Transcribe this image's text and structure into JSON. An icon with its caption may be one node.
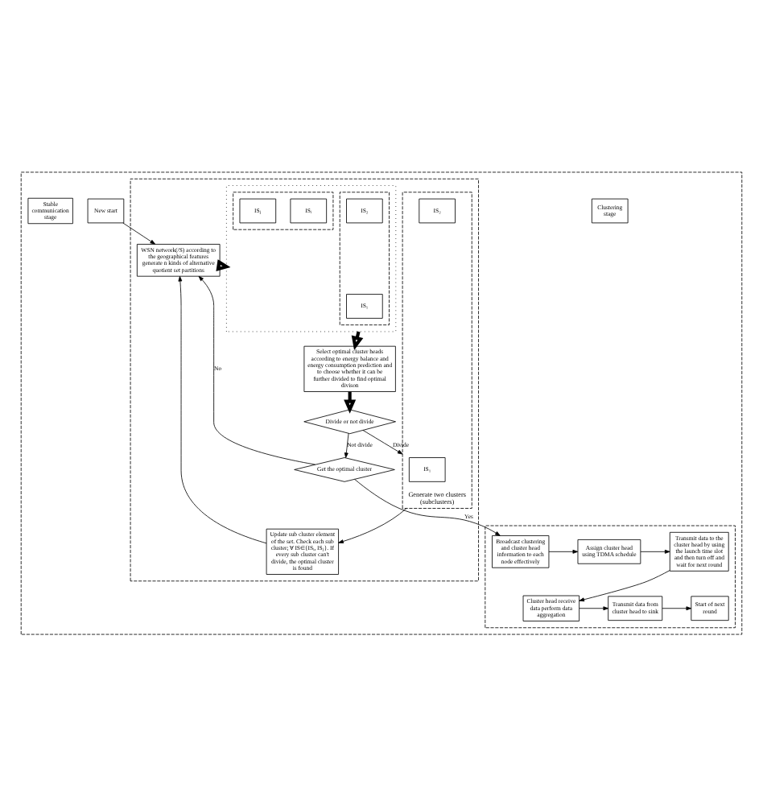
{
  "diagram": {
    "nodes": [
      {
        "text": [],
        "shape": "box"
      },
      {
        "text": [
          "Clustering stage"
        ],
        "in": 0
      },
      {
        "text": [],
        "shape": "box",
        "in": 0
      },
      {
        "text": [
          "New start"
        ],
        "in": 0
      },
      {
        "text": [
          "WSN network(/S) according to the geographical features generate n kinds of alternative quotient set partitions"
        ],
        "in": 2
      },
      {
        "text": [],
        "shape": "box",
        "in": 2
      },
      {
        "text": [],
        "shape": "box",
        "in": 5
      },
      {
        "text": [
          "IS₁"
        ],
        "in": 6
      },
      {
        "text": [
          "IS₂"
        ],
        "in": 6
      },
      {
        "text": [],
        "shape": "box",
        "in": 5
      },
      {
        "text": [
          "ISᵢ"
        ],
        "in": 9
      },
      {
        "text": [
          "ISⱼ"
        ],
        "in": 9
      },
      {
        "text": [
          "Select optimal cluster heads according to energy balance and energy consumption prediction and to choose whether it can be further divided to find optimal divison"
        ],
        "in": 2
      },
      {
        "text": [
          "Divide or not divide"
        ],
        "in": 2
      },
      {
        "text": [
          "Generate two clusters (subclusters)"
        ],
        "in": 2
      },
      {
        "text": [
          "IS₁"
        ],
        "in": 14
      },
      {
        "text": [
          "IS₂"
        ],
        "in": 14
      },
      {
        "text": [
          "Update sub cluster element of the set. Check each sub cluster; ∀IS∈{ISᵢ, ISⱼ}. If every sub cluster can't divide, the optimal cluster is found"
        ],
        "in": 2
      },
      {
        "text": [
          "Get the optimal cluster"
        ],
        "in": 2
      },
      {
        "text": [
          "Stable communication stage"
        ],
        "in": 0
      },
      {
        "text": [],
        "shape": "box",
        "in": 0
      },
      {
        "text": [
          "Broadcast clustering and cluster head information to each node effectively"
        ],
        "in": 20
      },
      {
        "text": [
          "Assign cluster head using TDMA schedule"
        ],
        "in": 20
      },
      {
        "text": [
          "Transmit data to the cluster head by using the launch time slot and then turn off and wait for next round"
        ],
        "in": 20
      },
      {
        "text": [
          "Cluster head receive data perform data aggregation"
        ],
        "in": 20
      },
      {
        "text": [
          "Transmit data from cluster head to sink"
        ],
        "in": 20
      },
      {
        "text": [
          "Start of next round"
        ],
        "in": 20
      }
    ],
    "edges": [
      {
        "from": 3,
        "to": 4,
        "arrow": "to"
      },
      {
        "from": 4,
        "to": 5,
        "arrow": "to",
        "style": "thick"
      },
      {
        "from": 5,
        "to": 12,
        "arrow": "to",
        "style": "thick"
      },
      {
        "from": 12,
        "to": 13,
        "arrow": "to",
        "style": "thick"
      },
      {
        "from": 13,
        "to": 14,
        "arrow": "to",
        "label": "Divide"
      },
      {
        "from": 14,
        "to": 17,
        "arrow": "to"
      },
      {
        "from": 17,
        "to": 4,
        "arrow": "to"
      },
      {
        "from": 13,
        "to": 18,
        "arrow": "to",
        "label": "Not divide"
      },
      {
        "from": 18,
        "to": 4,
        "arrow": "to",
        "label": "No"
      },
      {
        "from": 18,
        "to": 21,
        "arrow": "to",
        "label": "Yes"
      },
      {
        "from": 21,
        "to": 22,
        "arrow": "to"
      },
      {
        "from": 22,
        "to": 23,
        "arrow": "to"
      },
      {
        "from": 23,
        "to": 24,
        "arrow": "to"
      },
      {
        "from": 24,
        "to": 25,
        "arrow": "to"
      },
      {
        "from": 25,
        "to": 26,
        "arrow": "to"
      }
    ]
  }
}
